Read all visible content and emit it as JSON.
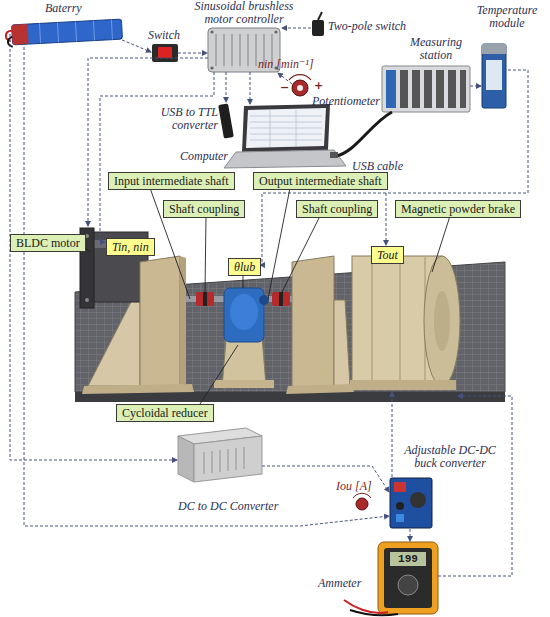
{
  "diagram": {
    "nodes": [
      {
        "text": [
          "Input intermediate shaft"
        ]
      },
      {
        "text": [
          "Output intermediate shaft"
        ]
      },
      {
        "text": [
          "Shaft coupling"
        ]
      },
      {
        "text": [
          "Shaft coupling"
        ]
      },
      {
        "text": [
          "Magnetic powder brake"
        ]
      },
      {
        "text": [
          "BLDC motor"
        ]
      },
      {
        "text": [
          "Tin, nin"
        ]
      },
      {
        "text": [
          "Tout"
        ]
      },
      {
        "text": [
          "θlub"
        ]
      },
      {
        "text": [
          "Cycloidal reducer"
        ]
      }
    ],
    "labels": [
      "Baterry",
      "Switch",
      "Sinusoidal brushless motor controller",
      "Two-pole switch",
      "nin [min⁻¹]",
      "−",
      "+",
      "Potentiometer",
      "Temperature module",
      "Measuring station",
      "USB to TTL converter",
      "Computer",
      "USB cable",
      "Adjustable DC-DC buck converter",
      "Iou [A]",
      "DC to DC Converter",
      "Ammeter",
      "199"
    ]
  }
}
